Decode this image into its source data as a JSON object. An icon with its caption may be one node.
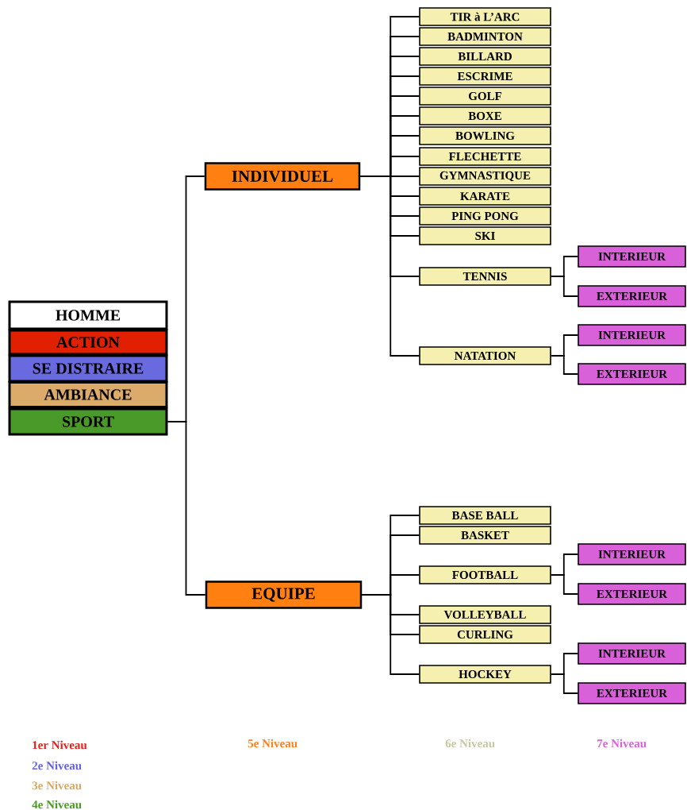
{
  "diagram": {
    "nodes": [
      {
        "text": [
          "HOMME"
        ]
      },
      {
        "text": [
          "ACTION"
        ]
      },
      {
        "text": [
          "SE DISTRAIRE"
        ]
      },
      {
        "text": [
          "AMBIANCE"
        ]
      },
      {
        "text": [
          "SPORT"
        ]
      },
      {
        "text": [
          "INDIVIDUEL"
        ]
      },
      {
        "text": [
          "TIR à L’ARC"
        ]
      },
      {
        "text": [
          "BADMINTON"
        ]
      },
      {
        "text": [
          "BILLARD"
        ]
      },
      {
        "text": [
          "ESCRIME"
        ]
      },
      {
        "text": [
          "GOLF"
        ]
      },
      {
        "text": [
          "BOXE"
        ]
      },
      {
        "text": [
          "BOWLING"
        ]
      },
      {
        "text": [
          "FLECHETTE"
        ]
      },
      {
        "text": [
          "GYMNASTIQUE"
        ]
      },
      {
        "text": [
          "KARATE"
        ]
      },
      {
        "text": [
          "PING PONG"
        ]
      },
      {
        "text": [
          "SKI"
        ]
      },
      {
        "text": [
          "TENNIS"
        ]
      },
      {
        "text": [
          "INTERIEUR"
        ]
      },
      {
        "text": [
          "EXTERIEUR"
        ]
      },
      {
        "text": [
          "NATATION"
        ]
      },
      {
        "text": [
          "INTERIEUR"
        ]
      },
      {
        "text": [
          "EXTERIEUR"
        ]
      },
      {
        "text": [
          "EQUIPE"
        ]
      },
      {
        "text": [
          "BASE BALL"
        ]
      },
      {
        "text": [
          "BASKET"
        ]
      },
      {
        "text": [
          "FOOTBALL"
        ]
      },
      {
        "text": [
          "INTERIEUR"
        ]
      },
      {
        "text": [
          "EXTERIEUR"
        ]
      },
      {
        "text": [
          "VOLLEYBALL"
        ]
      },
      {
        "text": [
          "CURLING"
        ]
      },
      {
        "text": [
          "HOCKEY"
        ]
      },
      {
        "text": [
          "INTERIEUR"
        ]
      },
      {
        "text": [
          "EXTERIEUR"
        ]
      }
    ],
    "edges": [
      {
        "from": 4,
        "to": 5,
        "arrow": "none"
      },
      {
        "from": 4,
        "to": 24,
        "arrow": "none"
      },
      {
        "from": 5,
        "to": 6,
        "arrow": "none"
      },
      {
        "from": 5,
        "to": 7,
        "arrow": "none"
      },
      {
        "from": 5,
        "to": 8,
        "arrow": "none"
      },
      {
        "from": 5,
        "to": 9,
        "arrow": "none"
      },
      {
        "from": 5,
        "to": 10,
        "arrow": "none"
      },
      {
        "from": 5,
        "to": 11,
        "arrow": "none"
      },
      {
        "from": 5,
        "to": 12,
        "arrow": "none"
      },
      {
        "from": 5,
        "to": 13,
        "arrow": "none"
      },
      {
        "from": 5,
        "to": 14,
        "arrow": "none"
      },
      {
        "from": 5,
        "to": 15,
        "arrow": "none"
      },
      {
        "from": 5,
        "to": 16,
        "arrow": "none"
      },
      {
        "from": 5,
        "to": 17,
        "arrow": "none"
      },
      {
        "from": 5,
        "to": 18,
        "arrow": "none"
      },
      {
        "from": 5,
        "to": 21,
        "arrow": "none"
      },
      {
        "from": 18,
        "to": 19,
        "arrow": "none"
      },
      {
        "from": 18,
        "to": 20,
        "arrow": "none"
      },
      {
        "from": 21,
        "to": 22,
        "arrow": "none"
      },
      {
        "from": 21,
        "to": 23,
        "arrow": "none"
      },
      {
        "from": 24,
        "to": 25,
        "arrow": "none"
      },
      {
        "from": 24,
        "to": 26,
        "arrow": "none"
      },
      {
        "from": 24,
        "to": 27,
        "arrow": "none"
      },
      {
        "from": 24,
        "to": 30,
        "arrow": "none"
      },
      {
        "from": 24,
        "to": 31,
        "arrow": "none"
      },
      {
        "from": 24,
        "to": 32,
        "arrow": "none"
      },
      {
        "from": 27,
        "to": 28,
        "arrow": "none"
      },
      {
        "from": 27,
        "to": 29,
        "arrow": "none"
      },
      {
        "from": 32,
        "to": 33,
        "arrow": "none"
      },
      {
        "from": 32,
        "to": 34,
        "arrow": "none"
      }
    ],
    "legend": [
      {
        "text": "1er Niveau",
        "color": "#e0201a"
      },
      {
        "text": "2e Niveau",
        "color": "#6262e0"
      },
      {
        "text": "3e Niveau",
        "color": "#d8a860"
      },
      {
        "text": "4e Niveau",
        "color": "#4a9a20"
      },
      {
        "text": "5e Niveau",
        "color": "#ff7f1a"
      },
      {
        "text": "6e Niveau",
        "color": "#c8c8a0"
      },
      {
        "text": "7e Niveau",
        "color": "#d860d8"
      }
    ]
  }
}
